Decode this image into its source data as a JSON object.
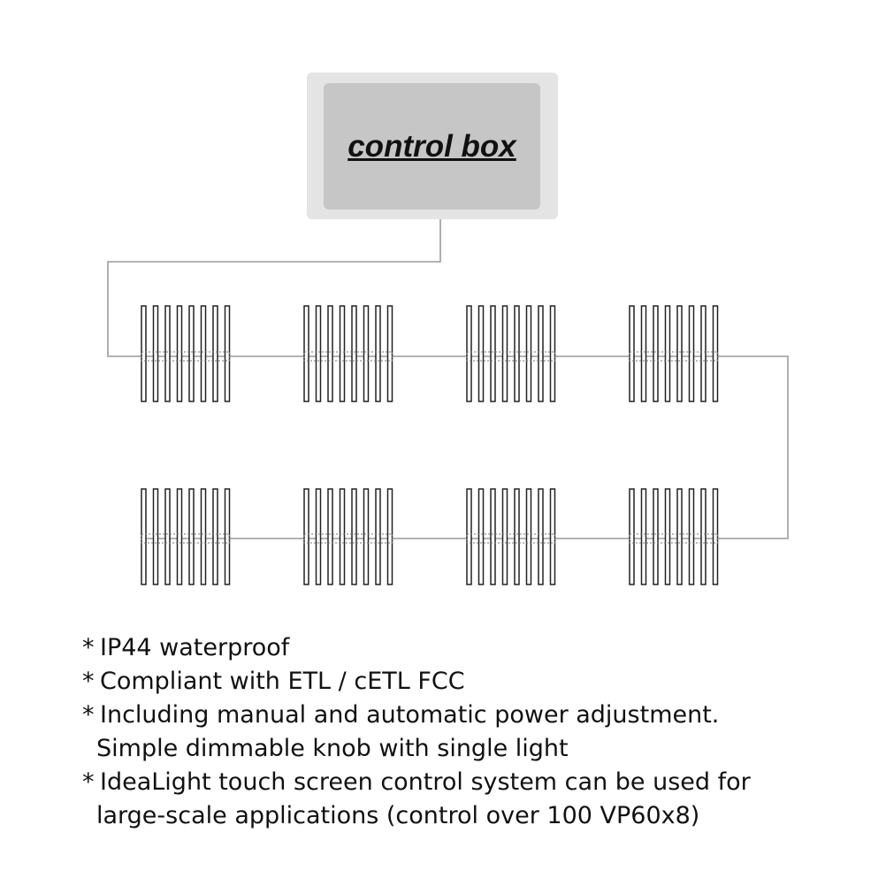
{
  "control_box": {
    "label": "control box"
  },
  "colors": {
    "outer_box": "#e4e4e4",
    "inner_box": "#c6c6c6",
    "wire": "#9a9a9a",
    "fixture_bar": "#222222"
  },
  "fixtures": {
    "rows": 2,
    "per_row": 4,
    "bars_per_fixture": 8
  },
  "features": [
    {
      "bullet": "*",
      "lines": [
        "IP44 waterproof"
      ]
    },
    {
      "bullet": "*",
      "lines": [
        "Compliant with ETL / cETL FCC"
      ]
    },
    {
      "bullet": "*",
      "lines": [
        "Including manual and automatic power adjustment.",
        "Simple dimmable knob with single light"
      ]
    },
    {
      "bullet": "*",
      "lines": [
        "IdeaLight touch screen control system can be used for",
        "large-scale applications (control over 100 VP60x8)"
      ]
    }
  ]
}
